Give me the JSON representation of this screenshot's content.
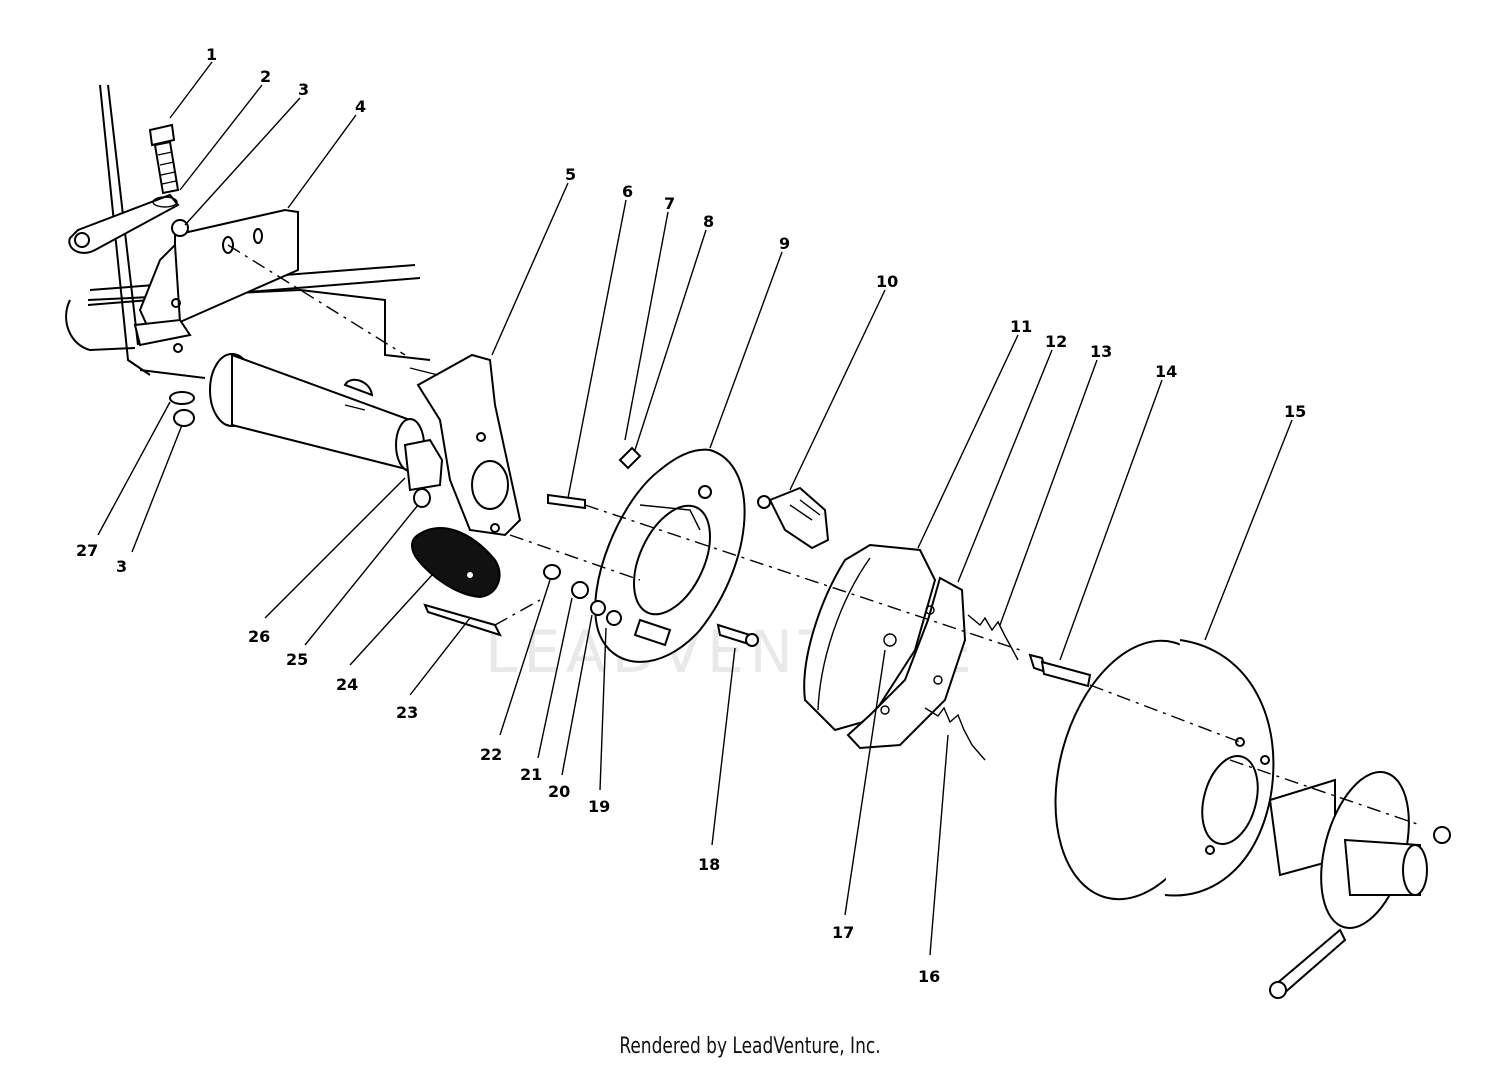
{
  "watermark": "LEADVENTURE",
  "footer": "Rendered by LeadVenture, Inc.",
  "callouts": [
    "1",
    "2",
    "3",
    "4",
    "5",
    "6",
    "7",
    "8",
    "9",
    "10",
    "11",
    "12",
    "13",
    "14",
    "15",
    "16",
    "17",
    "18",
    "19",
    "20",
    "21",
    "22",
    "23",
    "24",
    "25",
    "26",
    "27",
    "3"
  ]
}
